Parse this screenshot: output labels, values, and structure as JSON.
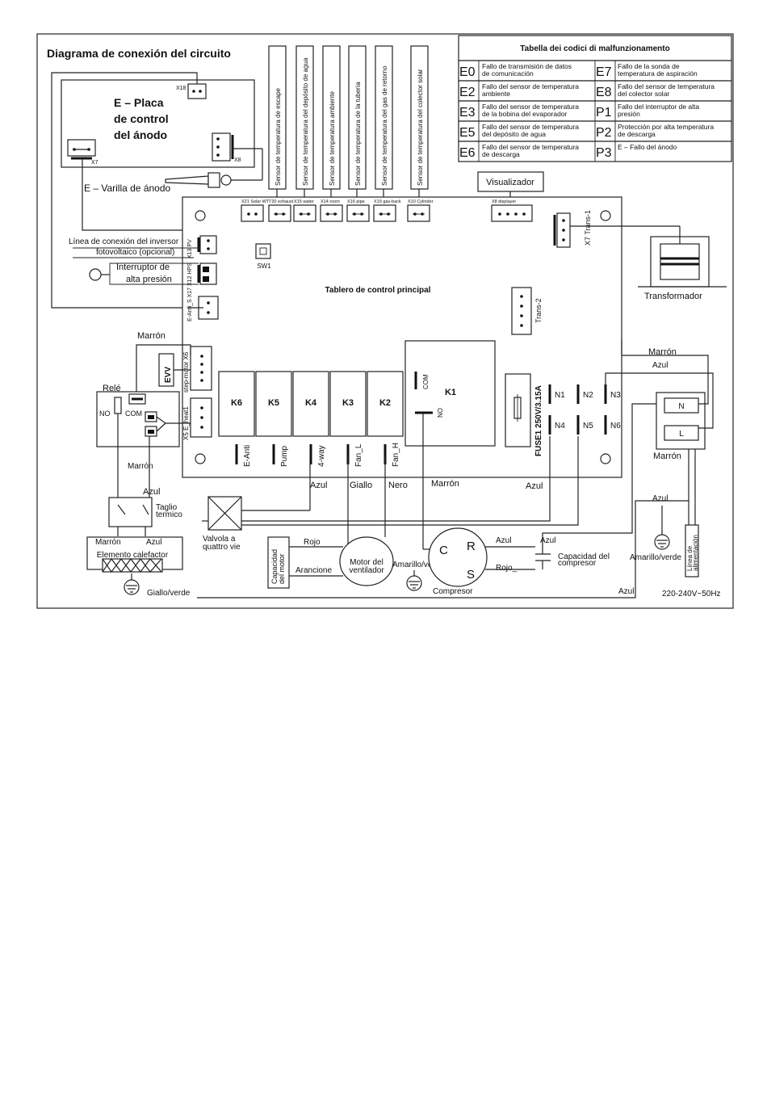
{
  "title": "Diagrama de conexión del circuito",
  "anode_board": {
    "title_lines": [
      "E – Placa",
      "de control",
      "del ánodo"
    ],
    "x18": "X18",
    "x7": "X7",
    "x8": "X8",
    "rod_label": "E – Varilla de ánodo"
  },
  "sensors": [
    "Sensor de temperatura de escape",
    "Sensor de temperatura del depósito de agua",
    "Sensor de temperatura ambiente",
    "Sensor de temperatura de la tubería",
    "Sensor de temperatura del gas de retorno",
    "Sensor de temperatura del colector solar"
  ],
  "fault_table": {
    "title": "Tabella dei codici di malfunzionamento",
    "rows": [
      {
        "code": "E0",
        "desc": [
          "Fallo de transmisión de datos",
          "de comunicación"
        ],
        "code2": "E7",
        "desc2": [
          "Fallo de la sonda de",
          "temperatura de aspiración"
        ]
      },
      {
        "code": "E2",
        "desc": [
          "Fallo del sensor de temperatura",
          "ambiente"
        ],
        "code2": "E8",
        "desc2": [
          "Fallo del sensor de temperatura",
          "del colector solar"
        ]
      },
      {
        "code": "E3",
        "desc": [
          "Fallo del sensor de temperatura",
          "de la bobina del evaporador"
        ],
        "code2": "P1",
        "desc2": [
          "Fallo del interruptor de alta",
          "presión"
        ]
      },
      {
        "code": "E5",
        "desc": [
          "Fallo del sensor de temperatura",
          "del depósito de agua"
        ],
        "code2": "P2",
        "desc2": [
          "Protección por alta temperatura",
          "de descarga"
        ]
      },
      {
        "code": "E6",
        "desc": [
          "Fallo del sensor de temperatura",
          "de descarga"
        ],
        "code2": "P3",
        "desc2": [
          "E – Fallo del ánodo",
          ""
        ]
      }
    ]
  },
  "display_label": "Visualizador",
  "connectors_top": [
    "X21 Solar WT",
    "T20 exhaust",
    "X15 water",
    "X14 room",
    "X16 pipe",
    "X19 gas-back",
    "X10 Cylinder",
    "X8 displayer"
  ],
  "main_board": {
    "title": "Tablero de control principal",
    "sw1": "SW1",
    "trans1": "X7 Trans-1",
    "trans2": "Trans-2",
    "left_conns": [
      "X13 PV",
      "X12 HPS",
      "E-Anti_S X17",
      "step-motor X6",
      "X5 E_heat1"
    ],
    "relays": [
      {
        "label": "K6",
        "out": "E-Anti"
      },
      {
        "label": "K5",
        "out": "Pump"
      },
      {
        "label": "K4",
        "out": "4-way"
      },
      {
        "label": "K3",
        "out": "Fan_L"
      },
      {
        "label": "K2",
        "out": "Fan_H"
      }
    ],
    "k1": "K1",
    "com": "COM",
    "no": "NO",
    "fuse": "FUSE1 250V/3.15A",
    "n_terms": [
      "N1",
      "N2",
      "N3",
      "N4",
      "N5",
      "N6"
    ]
  },
  "left_side": {
    "pv_line": [
      "Línea de conexión del inversor",
      "fotovoltaico (opcional)"
    ],
    "hps": [
      "Interruptor de",
      "alta presión"
    ],
    "evv": "EVV",
    "rele": "Relé",
    "no": "NO",
    "com": "COM",
    "thermal_cut": [
      "Taglio",
      "termico"
    ],
    "heater": "Elemento calefactor",
    "ground_label": "Giallo/verde"
  },
  "wire_labels": {
    "marron": "Marrón",
    "azul": "Azul",
    "giallo": "Giallo",
    "nero": "Nero",
    "rojo": "Rojo",
    "arancione": "Arancione",
    "amarillo_verde": "Amarillo/verde",
    "rojo_": "Rojo_"
  },
  "components": {
    "valve": [
      "Valvola a",
      "quattro vie"
    ],
    "motor_cap": [
      "Capacidad",
      "del motor"
    ],
    "fan_motor": [
      "Motor del",
      "ventilador"
    ],
    "compressor": "Compresor",
    "comp_cap": [
      "Capacidad del",
      "compresor"
    ],
    "transformer": "Transformador",
    "power_line": [
      "Línea de",
      "alimentación"
    ],
    "power_spec": "220-240V~50Hz",
    "c": "C",
    "r": "R",
    "s": "S",
    "n": "N",
    "l": "L"
  }
}
